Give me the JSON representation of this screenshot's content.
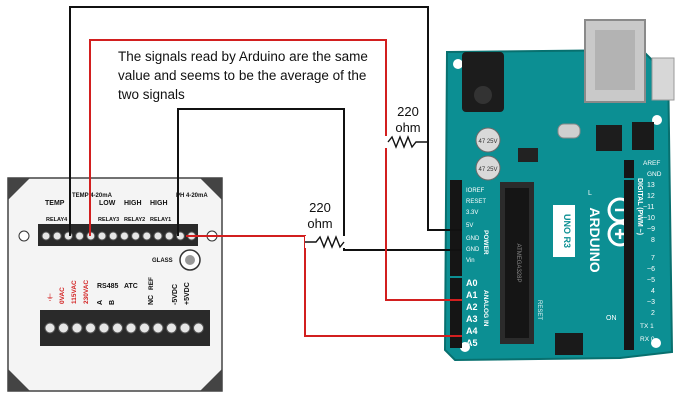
{
  "annotation": "The signals read by Arduino are the same value and seems to be the average of the two signals",
  "resistors": [
    {
      "value": "220",
      "unit": "ohm"
    },
    {
      "value": "220",
      "unit": "ohm"
    }
  ],
  "module": {
    "top_labels": [
      "TEMP",
      "TEMP 4-20mA",
      "LOW",
      "HIGH",
      "HIGH",
      "PH 4-20mA"
    ],
    "relay_labels": [
      "RELAY4",
      "RELAY3",
      "RELAY2",
      "RELAY1"
    ],
    "bottom_labels": [
      "0VAC",
      "115VAC",
      "230VAC",
      "RS485",
      "A",
      "B",
      "ATC",
      "REF",
      "NC",
      "-5VDC",
      "+5VDC"
    ],
    "glass_label": "GLASS"
  },
  "arduino": {
    "brand": "ARDUINO",
    "model": "UNO R3",
    "power_pins": [
      "IOREF",
      "RESET",
      "3.3V",
      "5V",
      "GND",
      "GND",
      "Vin"
    ],
    "power_header": "POWER",
    "analog_pins": [
      "A0",
      "A1",
      "A2",
      "A3",
      "A4",
      "A5"
    ],
    "analog_header": "ANALOG IN",
    "digital_pins": [
      "AREF",
      "GND",
      "13",
      "12",
      "~11",
      "~10",
      "~9",
      "8",
      "7",
      "~6",
      "~5",
      "4",
      "~3",
      "2",
      "TX 1",
      "RX 0"
    ],
    "digital_header": "DIGITAL (PWM ~)",
    "chip_text": "ATMEGA328P",
    "reset_label": "RESET",
    "on_label": "ON",
    "tx_label": "TX",
    "rx_label": "RX",
    "l_label": "L",
    "cap_label": "47 25V"
  },
  "colors": {
    "wire_red": "#d21f1f",
    "wire_black": "#111111",
    "board_teal": "#0c8f93"
  }
}
